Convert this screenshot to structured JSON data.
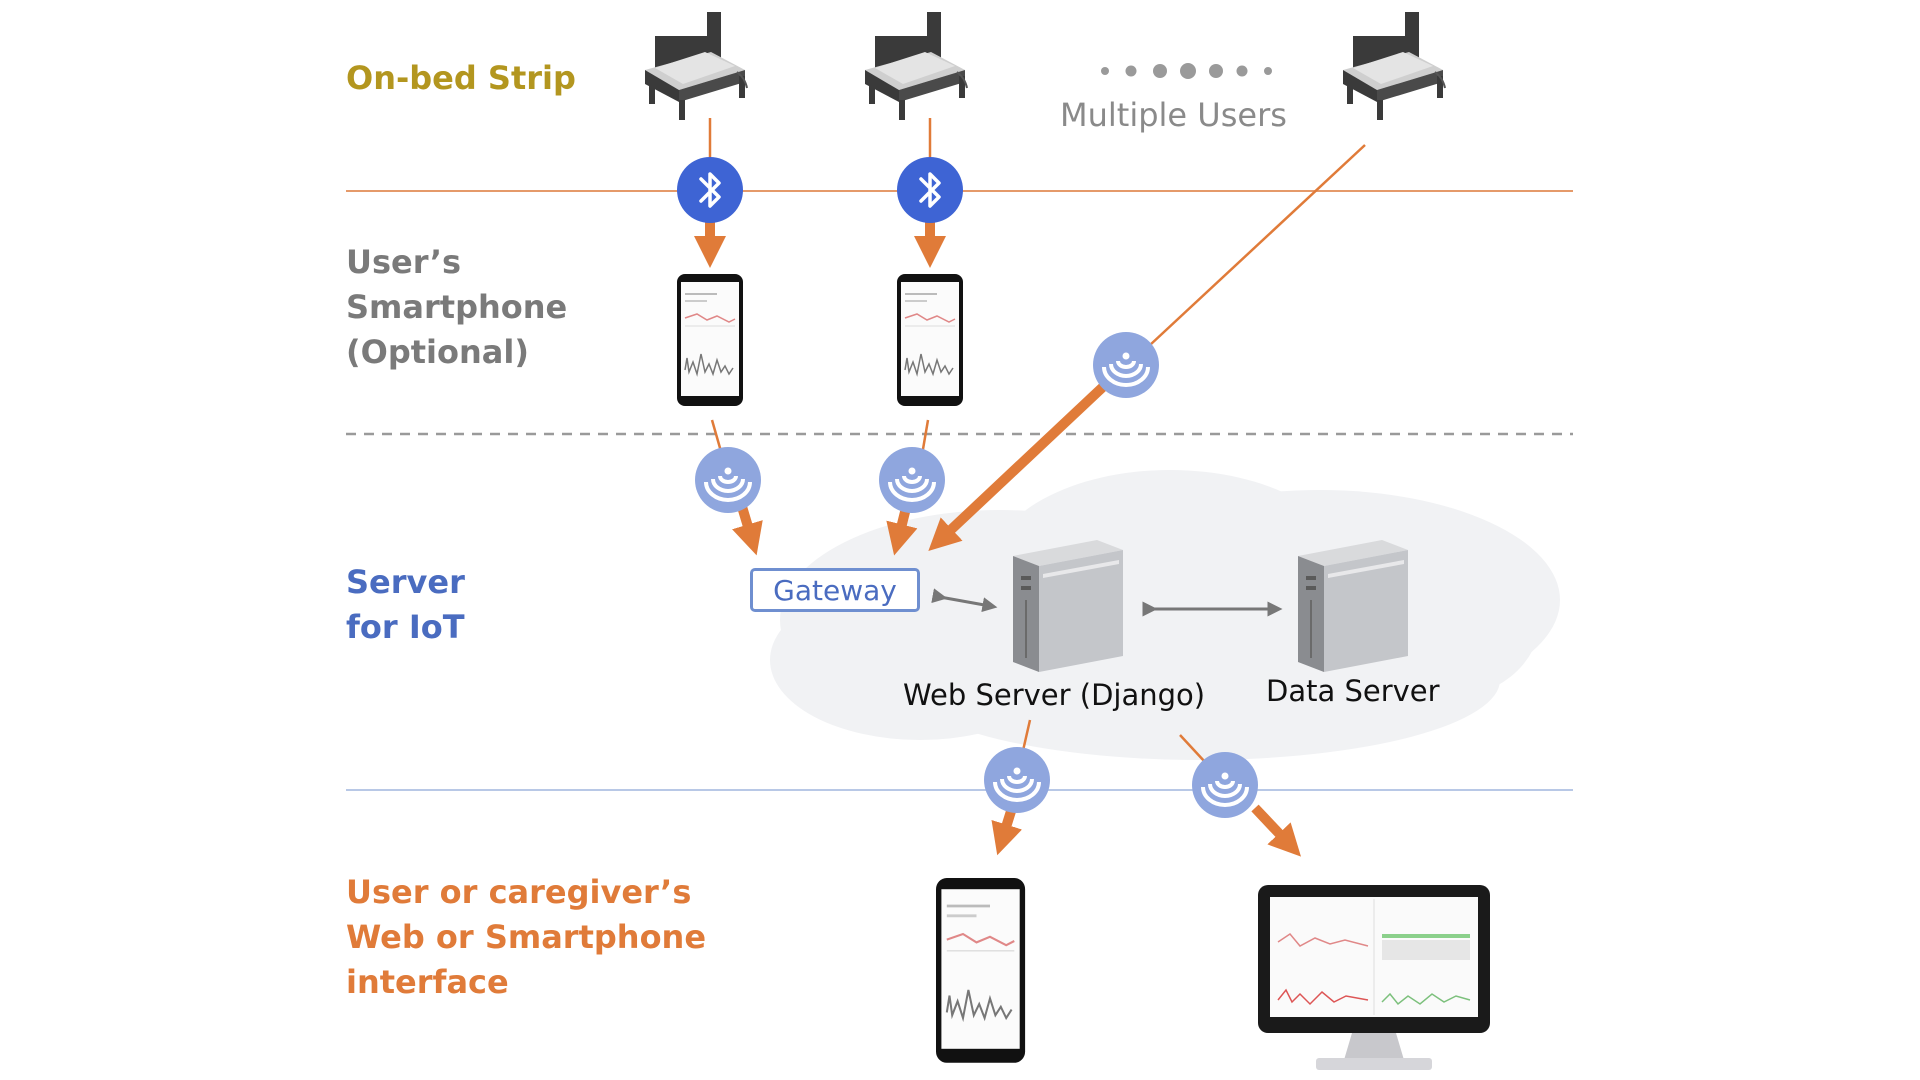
{
  "labels": {
    "on_bed_strip": "On-bed Strip",
    "smartphone": [
      "User’s",
      "Smartphone",
      "(Optional)"
    ],
    "server": [
      "Server",
      "for IoT"
    ],
    "interface": [
      "User or caregiver’s",
      "Web or Smartphone",
      "interface"
    ]
  },
  "multiple_users": "Multiple Users",
  "gateway": "Gateway",
  "web_server": "Web Server (Django)",
  "data_server": "Data Server",
  "colors": {
    "on_bed_strip": "#b3961f",
    "smartphone": "#7a7a7a",
    "server": "#4a6cc0",
    "interface": "#e07b39",
    "arrow": "#e07b39",
    "bluetooth": "#3e64d4",
    "wifi": "#8fa6de",
    "cloud": "#f1f2f4",
    "line_top": "#e59a6a",
    "line_dashed": "#9a9a9a",
    "line_bottom": "#b8c8e6"
  },
  "icons": [
    "bed-icon",
    "bluetooth-icon",
    "smartphone-icon",
    "wifi-icon",
    "server-icon",
    "monitor-icon"
  ]
}
